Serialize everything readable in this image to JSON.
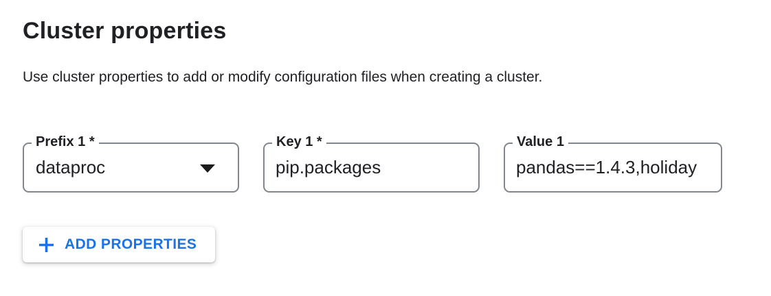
{
  "section": {
    "title": "Cluster properties",
    "description": "Use cluster properties to add or modify configuration files when creating a cluster."
  },
  "fields": [
    {
      "label": "Prefix 1 *",
      "value": "dataproc",
      "type": "select",
      "required": true,
      "icon": "dropdown-arrow-icon"
    },
    {
      "label": "Key 1 *",
      "value": "pip.packages",
      "type": "text",
      "required": true
    },
    {
      "label": "Value 1",
      "value": "pandas==1.4.3,holiday",
      "type": "text",
      "required": false,
      "text_clipped_at_right": true
    }
  ],
  "add_button": {
    "label": "ADD PROPERTIES",
    "icon": "plus-icon"
  },
  "colors": {
    "accent_blue": "#1a73e8",
    "text_primary": "#202124",
    "field_border_gray": "#80868b",
    "background": "#ffffff"
  }
}
